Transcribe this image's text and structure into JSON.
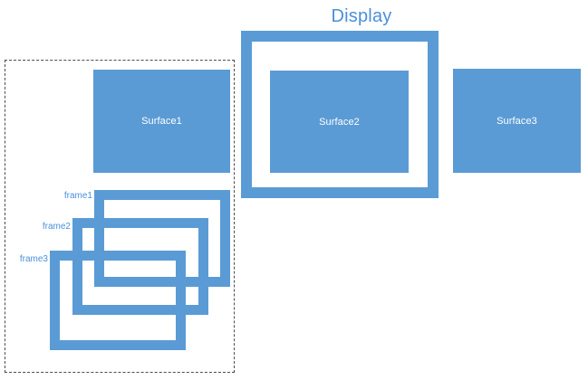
{
  "diagram": {
    "title": "Display",
    "title_color": "#4a90d9",
    "accent_color": "#5b9bd5",
    "surface_label_color": "#ffffff",
    "frame_label_color": "#4a90d9",
    "group_border_color": "#4d4d4d",
    "group_border_style": "dashed",
    "background_color": "#ffffff"
  },
  "surfaces": [
    {
      "id": "surface1",
      "label": "Surface1",
      "style": "filled",
      "in_group": true
    },
    {
      "id": "surface2",
      "label": "Surface2",
      "style": "filled-with-outer-ring",
      "in_group": false
    },
    {
      "id": "surface3",
      "label": "Surface3",
      "style": "filled",
      "in_group": false
    }
  ],
  "frames": [
    {
      "id": "frame1",
      "label": "frame1",
      "style": "hollow-ring",
      "stack_order": 3
    },
    {
      "id": "frame2",
      "label": "frame2",
      "style": "hollow-ring",
      "stack_order": 2
    },
    {
      "id": "frame3",
      "label": "frame3",
      "style": "hollow-ring",
      "stack_order": 1
    }
  ]
}
